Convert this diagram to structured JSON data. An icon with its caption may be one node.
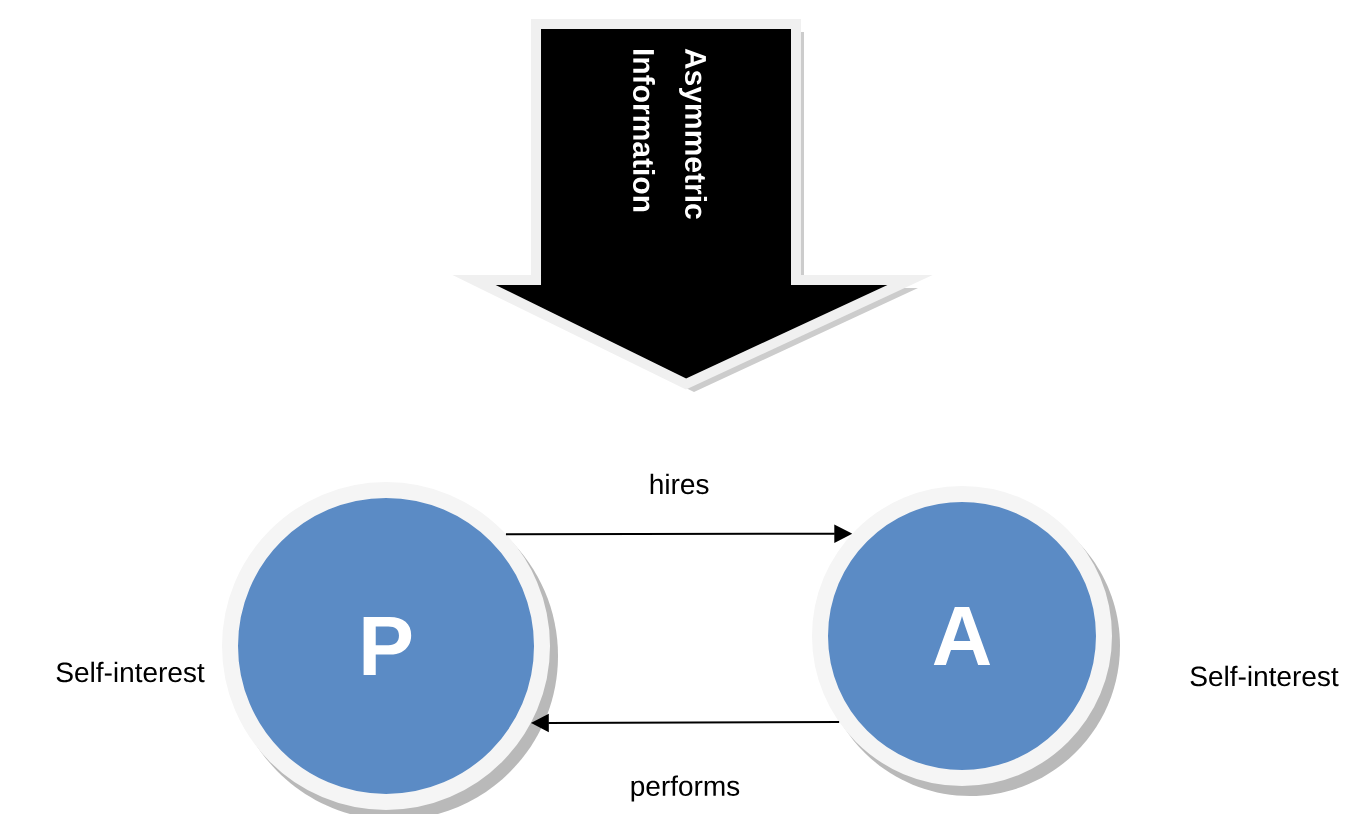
{
  "diagram": {
    "nodes": [
      {
        "text": [
          "Asymmetric Information"
        ]
      },
      {
        "text": [
          "P"
        ],
        "beside": [
          "Self-interest"
        ]
      },
      {
        "text": [
          "A"
        ],
        "beside": [
          "Self-interest"
        ]
      }
    ],
    "edges": [
      {
        "from": 1,
        "to": 2,
        "arrow": "to",
        "label": "hires"
      },
      {
        "from": 2,
        "to": 1,
        "arrow": "to",
        "label": "performs"
      }
    ]
  }
}
